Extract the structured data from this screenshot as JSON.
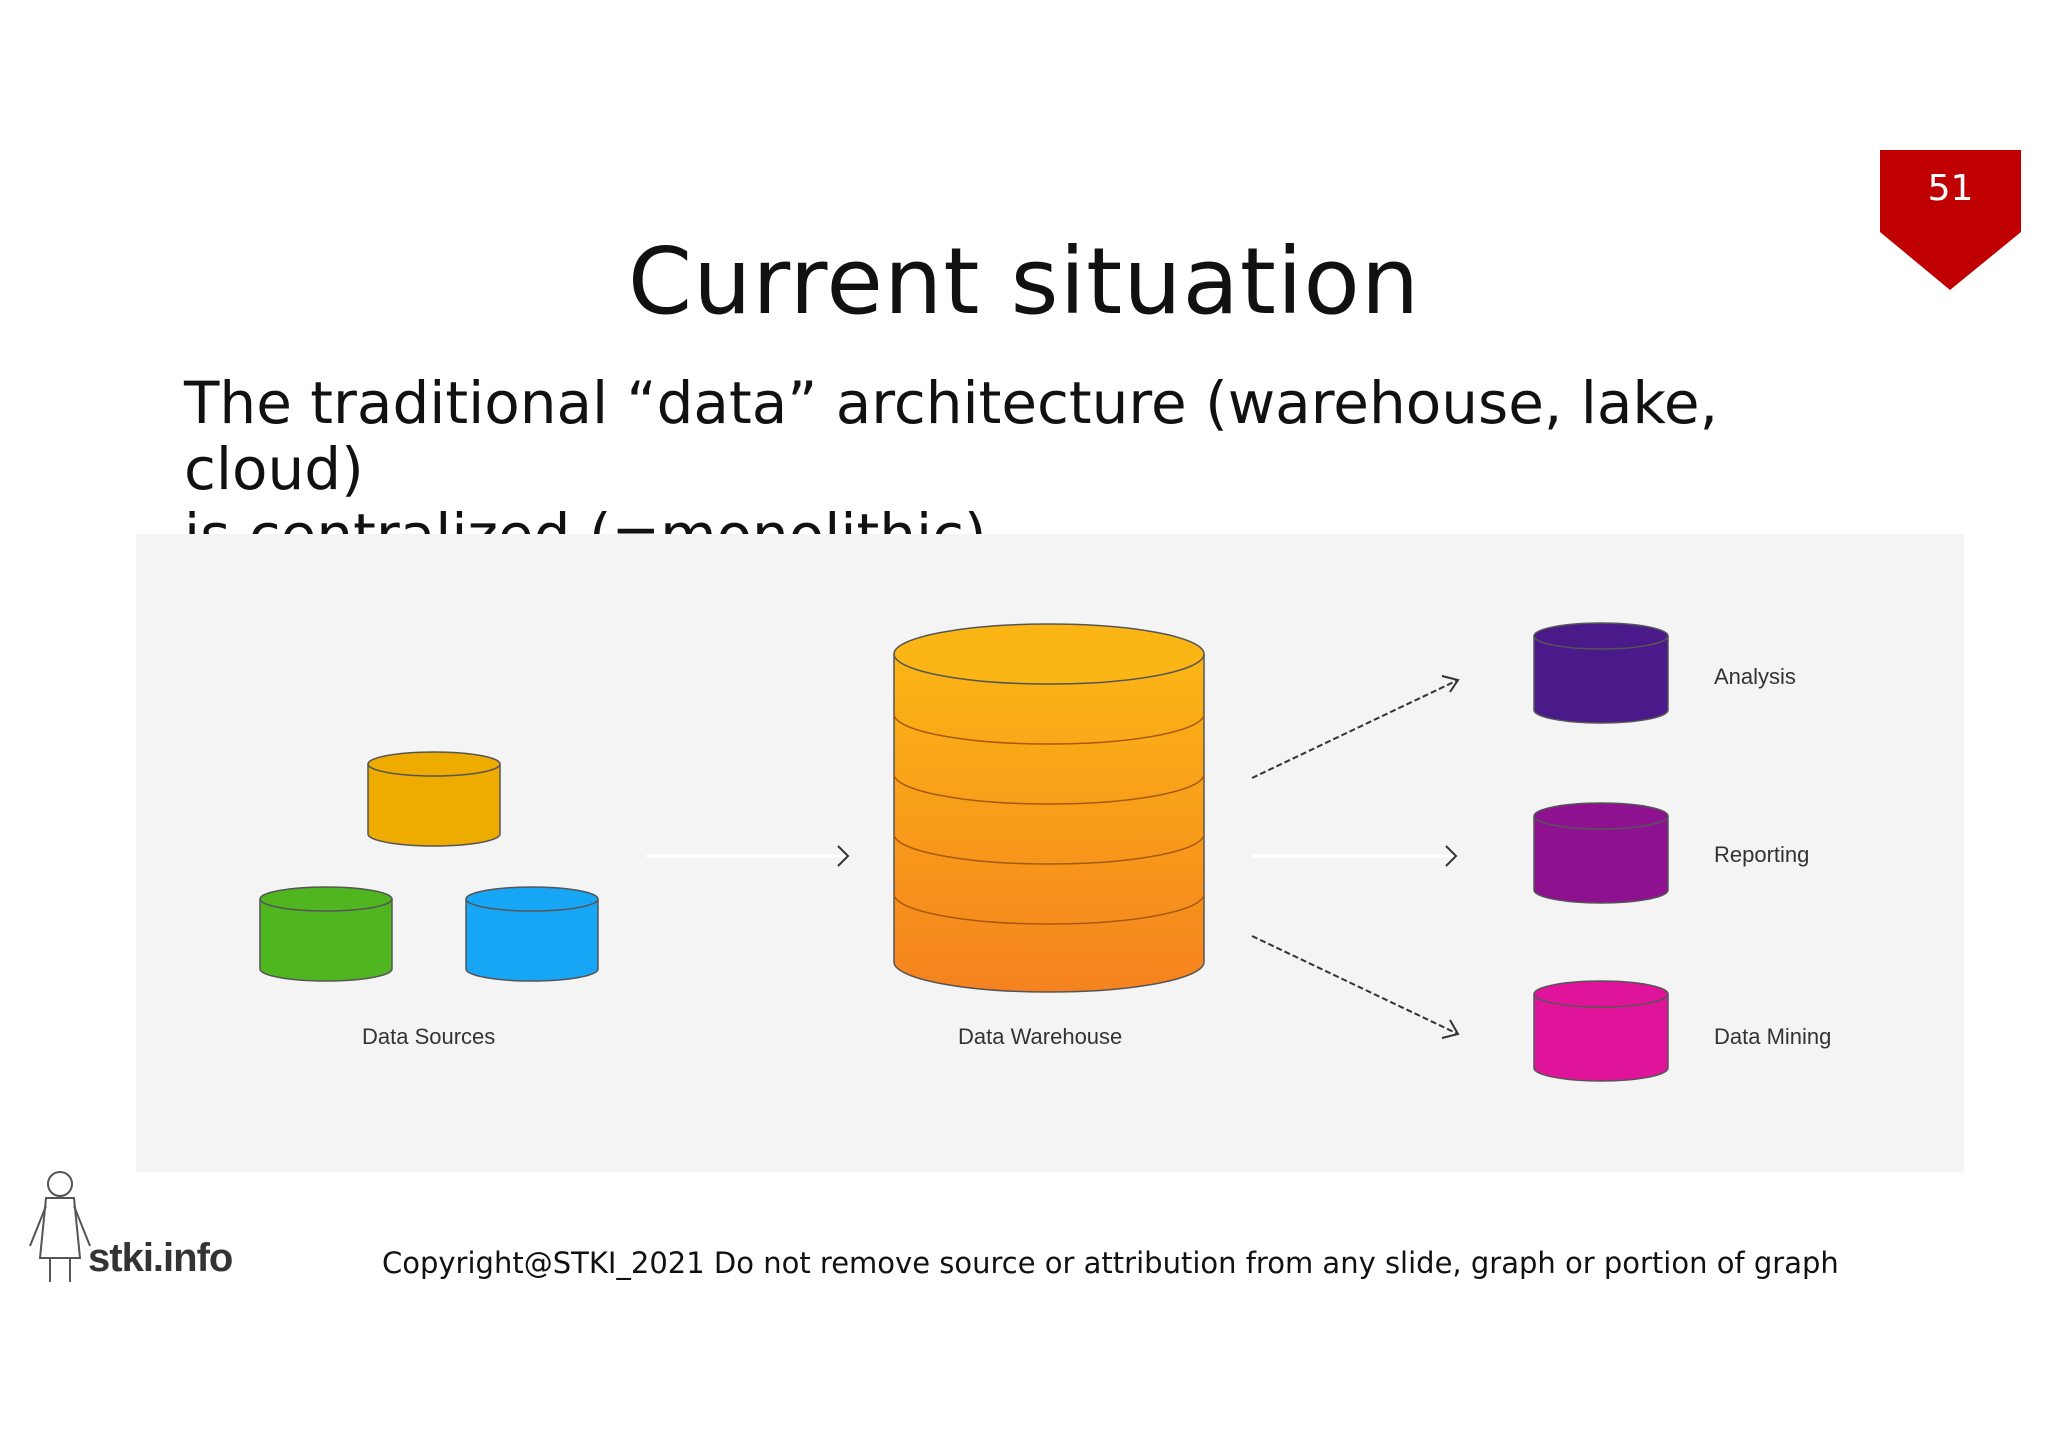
{
  "slide": {
    "page_number": "51",
    "title": "Current situation",
    "subtitle_line1": "The traditional “data” architecture (warehouse, lake, cloud)",
    "subtitle_line2": "is centralized (=monolithic)",
    "copyright": "Copyright@STKI_2021 Do not remove source or attribution from any slide, graph or portion of graph",
    "logo_text": "stki.info",
    "badge_color": "#c00000"
  },
  "diagram": {
    "sources_label": "Data Sources",
    "warehouse_label": "Data Warehouse",
    "outputs": [
      {
        "label": "Analysis",
        "color": "#4b1a8a"
      },
      {
        "label": "Reporting",
        "color": "#8e1290"
      },
      {
        "label": "Data Mining",
        "color": "#e0149a"
      }
    ],
    "source_colors": [
      "#eeab00",
      "#4fb61f",
      "#17a6f5"
    ],
    "warehouse_colors": [
      "#fbb615",
      "#f5821f"
    ]
  }
}
